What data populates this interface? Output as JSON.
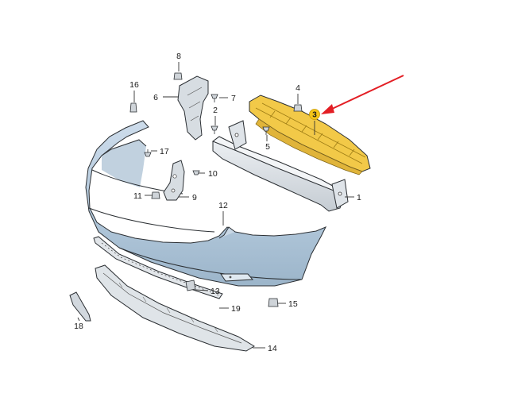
{
  "diagram": {
    "callouts": {
      "c1": "1",
      "c2": "2",
      "c3": "3",
      "c4": "4",
      "c5": "5",
      "c6": "6",
      "c7": "7",
      "c8": "8",
      "c9": "9",
      "c10": "10",
      "c11": "11",
      "c12": "12",
      "c13": "13",
      "c14": "14",
      "c15": "15",
      "c16": "16",
      "c17": "17",
      "c18": "18",
      "c19": "19"
    },
    "highlighted_callout": "3",
    "colors": {
      "bumper_fill": "#b9cede",
      "bumper_shade": "#8fa9bf",
      "part_grey": "#d4d9dd",
      "bracket_yellow": "#f2c948",
      "badge_yellow": "#f5c518",
      "arrow_red": "#e31e24"
    }
  }
}
